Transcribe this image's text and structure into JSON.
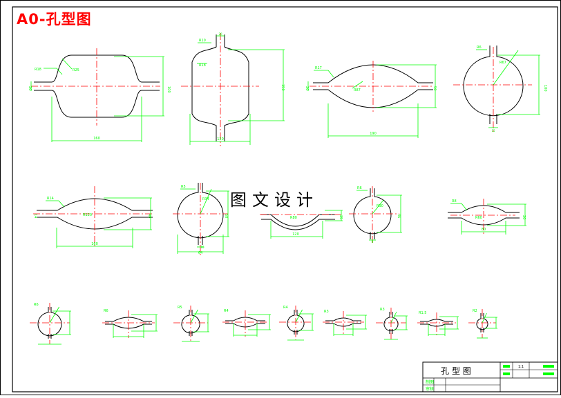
{
  "drawing": {
    "sheet_title": "A0-孔型图",
    "watermark": "图文设计",
    "colors": {
      "outline": "#000000",
      "centerline": "#ff0000",
      "dimension": "#00ff00",
      "frame": "#000000",
      "title": "#ff0000"
    }
  },
  "title_block": {
    "name": "孔 型 图",
    "scale": "1:1",
    "row1": "制图",
    "row2": "审核"
  },
  "row1_labels": [
    {
      "radius": "R18",
      "radius2": "R25",
      "height": "100",
      "gap": "20",
      "width": "160"
    },
    {
      "radius": "R10",
      "radius2": "R18",
      "top": "20",
      "height": "150",
      "width": "120"
    },
    {
      "radius": "R17",
      "radius2": "R87",
      "gap": "20",
      "height": "50",
      "width": "190"
    },
    {
      "radius": "R6",
      "radius2": "R67",
      "height": "100",
      "bottom": "15"
    }
  ],
  "row2_labels": [
    {
      "radius": "R14",
      "radius2": "R120",
      "gap": "14",
      "height": "40",
      "width": "160"
    },
    {
      "radius": "R5",
      "radius2": "R34",
      "height": "50",
      "bottom": "10",
      "width": "64"
    },
    {
      "radius2": "R80",
      "height": "25",
      "width": "120"
    },
    {
      "radius": "R6",
      "radius2": "R30",
      "height": "46",
      "bottom": "8"
    },
    {
      "radius": "R8",
      "radius2": "R60",
      "height": "20",
      "width": "80"
    }
  ],
  "row3_labels": [
    "R6",
    "R6",
    "R5",
    "R4",
    "R4",
    "R3",
    "R3",
    "R1.5",
    "R2"
  ]
}
